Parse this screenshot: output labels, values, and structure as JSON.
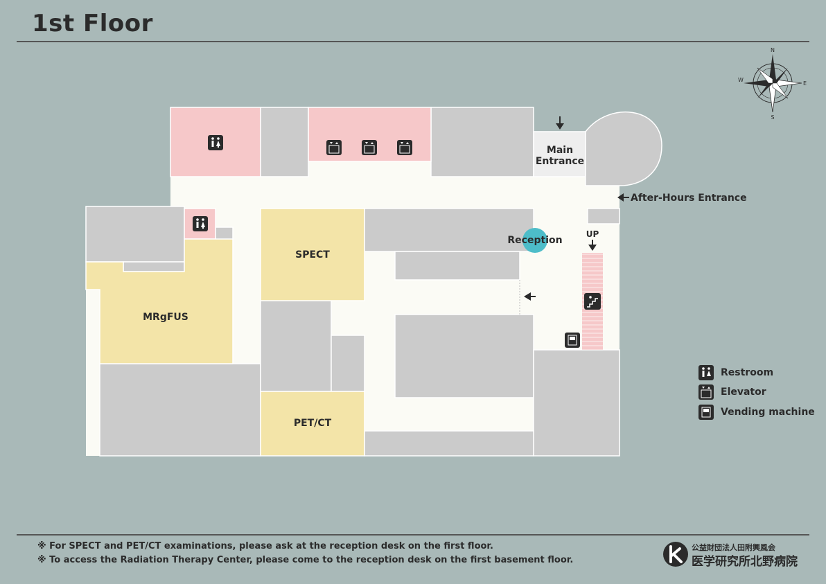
{
  "title": "1st Floor",
  "compass": {
    "n": "N",
    "e": "E",
    "s": "S",
    "w": "W"
  },
  "rooms": {
    "spect": "SPECT",
    "mrgfus": "MRgFUS",
    "petct": "PET/CT",
    "reception": "Reception",
    "main_entrance_line1": "Main",
    "main_entrance_line2": "Entrance"
  },
  "labels": {
    "after_hours": "After-Hours Entrance",
    "up": "UP"
  },
  "legend": [
    {
      "icon": "restroom-icon",
      "label": "Restroom"
    },
    {
      "icon": "elevator-icon",
      "label": "Elevator"
    },
    {
      "icon": "vending-machine-icon",
      "label": "Vending machine"
    }
  ],
  "notes": [
    "※ For SPECT and PET/CT examinations, please ask at the reception desk on the first floor.",
    "※ To access the Radiation Therapy Center, please come to the reception desk on the first basement floor."
  ],
  "logo": {
    "line1": "公益財団法人田附興風会",
    "line2": "医学研究所北野病院"
  },
  "colors": {
    "background": "#a9b9b8",
    "corridor": "#fbfbf5",
    "room_gray": "#cbcbcb",
    "restroom_pink": "#f6c8c9",
    "exam_yellow": "#f3e4a8",
    "reception_circle": "#4dbdc9"
  }
}
